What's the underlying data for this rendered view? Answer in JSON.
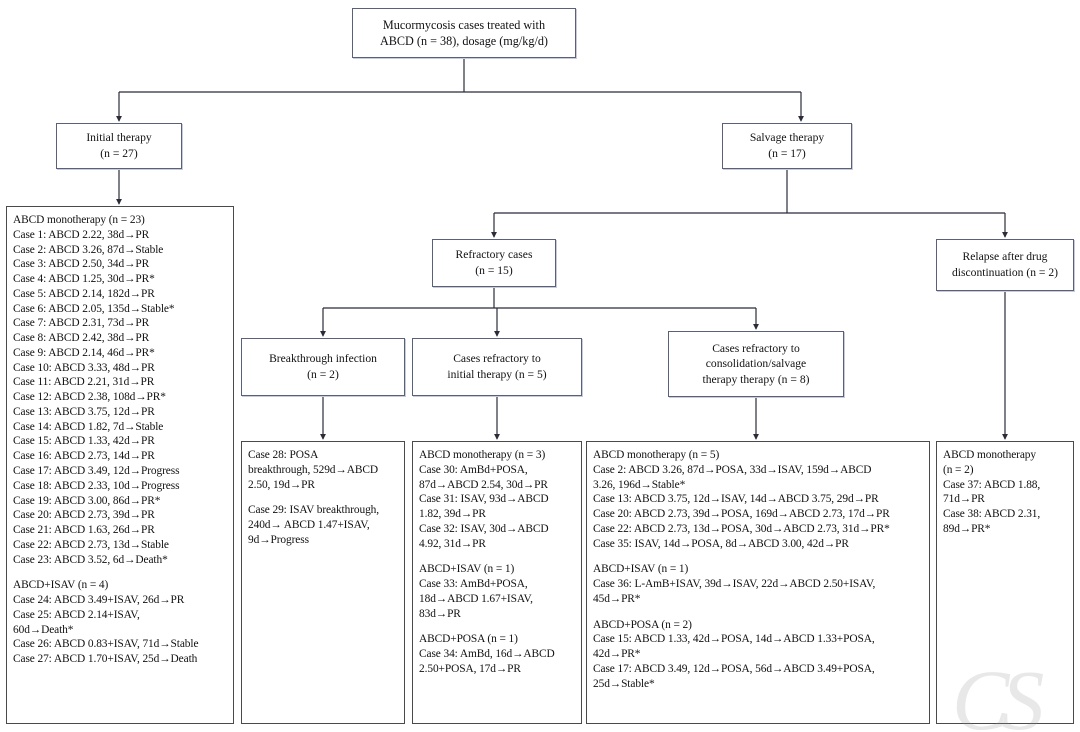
{
  "figure": {
    "type": "flowchart",
    "title": "Mucormycosis cases treated with ABCD treatment flowchart"
  },
  "nodes": {
    "root": "Mucormycosis cases treated with ABCD (n = 38), dosage (mg/kg/d)",
    "root_l1": "Mucormycosis cases treated with",
    "root_l2": "ABCD (n = 38), dosage (mg/kg/d)",
    "initial_l1": "Initial therapy",
    "initial_l2": "(n = 27)",
    "salvage_l1": "Salvage therapy",
    "salvage_l2": "(n = 17)",
    "refractory_l1": "Refractory cases",
    "refractory_l2": "(n = 15)",
    "relapse_l1": "Relapse after drug",
    "relapse_l2": "discontinuation (n = 2)",
    "breakthrough_l1": "Breakthrough infection",
    "breakthrough_l2": "(n = 2)",
    "refr_initial_l1": "Cases refractory to",
    "refr_initial_l2": "initial therapy (n = 5)",
    "refr_cons_l1": "Cases refractory to",
    "refr_cons_l2": "consolidation/salvage",
    "refr_cons_l3": "therapy therapy (n = 8)"
  },
  "boxes": {
    "initial_therapy_cases": {
      "lines": [
        "ABCD monotherapy (n = 23)",
        "Case 1: ABCD 2.22, 38d→PR",
        "Case 2: ABCD 3.26, 87d→Stable",
        "Case 3: ABCD 2.50, 34d→PR",
        "Case 4: ABCD 1.25, 30d→PR*",
        "Case 5: ABCD 2.14, 182d→PR",
        "Case 6: ABCD 2.05, 135d→Stable*",
        "Case 7: ABCD 2.31, 73d→PR",
        "Case 8: ABCD 2.42, 38d→PR",
        "Case 9: ABCD 2.14, 46d→PR*",
        "Case 10: ABCD 3.33, 48d→PR",
        "Case 11: ABCD 2.21, 31d→PR",
        "Case 12: ABCD 2.38, 108d→PR*",
        "Case 13: ABCD 3.75, 12d→PR",
        "Case 14: ABCD 1.82, 7d→Stable",
        "Case 15: ABCD 1.33, 42d→PR",
        "Case 16: ABCD 2.73, 14d→PR",
        "Case 17: ABCD 3.49, 12d→Progress",
        "Case 18: ABCD 2.33, 10d→Progress",
        "Case 19: ABCD 3.00, 86d→PR*",
        "Case 20: ABCD 2.73, 39d→PR",
        "Case 21: ABCD 1.63, 26d→PR",
        "Case 22: ABCD 2.73, 13d→Stable",
        "Case 23: ABCD 3.52, 6d→Death*",
        "",
        "ABCD+ISAV (n = 4)",
        "Case 24: ABCD 3.49+ISAV, 26d→PR",
        "Case 25: ABCD 2.14+ISAV,",
        "60d→Death*",
        "Case 26: ABCD 0.83+ISAV, 71d→Stable",
        "Case 27: ABCD 1.70+ISAV, 25d→Death"
      ]
    },
    "breakthrough_cases": {
      "lines": [
        "Case 28: POSA",
        "breakthrough, 529d→ABCD",
        "2.50, 19d→PR",
        "",
        "Case 29: ISAV breakthrough,",
        "240d→ ABCD 1.47+ISAV,",
        "9d→Progress"
      ]
    },
    "refractory_initial_cases": {
      "lines": [
        "ABCD monotherapy (n = 3)",
        "Case 30: AmBd+POSA,",
        "87d→ABCD 2.54, 30d→PR",
        "Case 31: ISAV, 93d→ABCD",
        "1.82, 39d→PR",
        "Case 32: ISAV, 30d→ABCD",
        "4.92, 31d→PR",
        "",
        "ABCD+ISAV (n = 1)",
        "Case 33: AmBd+POSA,",
        "18d→ABCD 1.67+ISAV,",
        "83d→PR",
        "",
        "ABCD+POSA (n = 1)",
        "Case 34: AmBd, 16d→ABCD",
        "2.50+POSA, 17d→PR"
      ]
    },
    "refractory_consolidation_cases": {
      "lines": [
        "ABCD monotherapy (n = 5)",
        "Case 2: ABCD 3.26, 87d→POSA, 33d→ISAV, 159d→ABCD",
        "3.26, 196d→Stable*",
        "Case 13: ABCD 3.75, 12d→ISAV, 14d→ABCD 3.75, 29d→PR",
        "Case 20: ABCD 2.73, 39d→POSA, 169d→ABCD 2.73, 17d→PR",
        "Case 22: ABCD 2.73, 13d→POSA, 30d→ABCD 2.73, 31d→PR*",
        "Case 35: ISAV, 14d→POSA, 8d→ABCD 3.00, 42d→PR",
        "",
        "ABCD+ISAV (n = 1)",
        "Case 36: L-AmB+ISAV, 39d→ISAV, 22d→ABCD 2.50+ISAV,",
        "45d→PR*",
        "",
        "ABCD+POSA (n = 2)",
        "Case 15: ABCD 1.33, 42d→POSA, 14d→ABCD 1.33+POSA,",
        "42d→PR*",
        "Case 17: ABCD 3.49, 12d→POSA, 56d→ABCD 3.49+POSA,",
        "25d→Stable*"
      ]
    },
    "relapse_cases": {
      "lines": [
        "ABCD monotherapy",
        "(n = 2)",
        "Case 37: ABCD 1.88,",
        "71d→PR",
        "Case 38: ABCD 2.31,",
        "89d→PR*"
      ]
    }
  },
  "watermark": "CS",
  "colors": {
    "node_border": "#5a5f7a",
    "list_border": "#4a4a4a",
    "connector": "#2b2b3a",
    "background": "#ffffff",
    "text": "#111111"
  }
}
